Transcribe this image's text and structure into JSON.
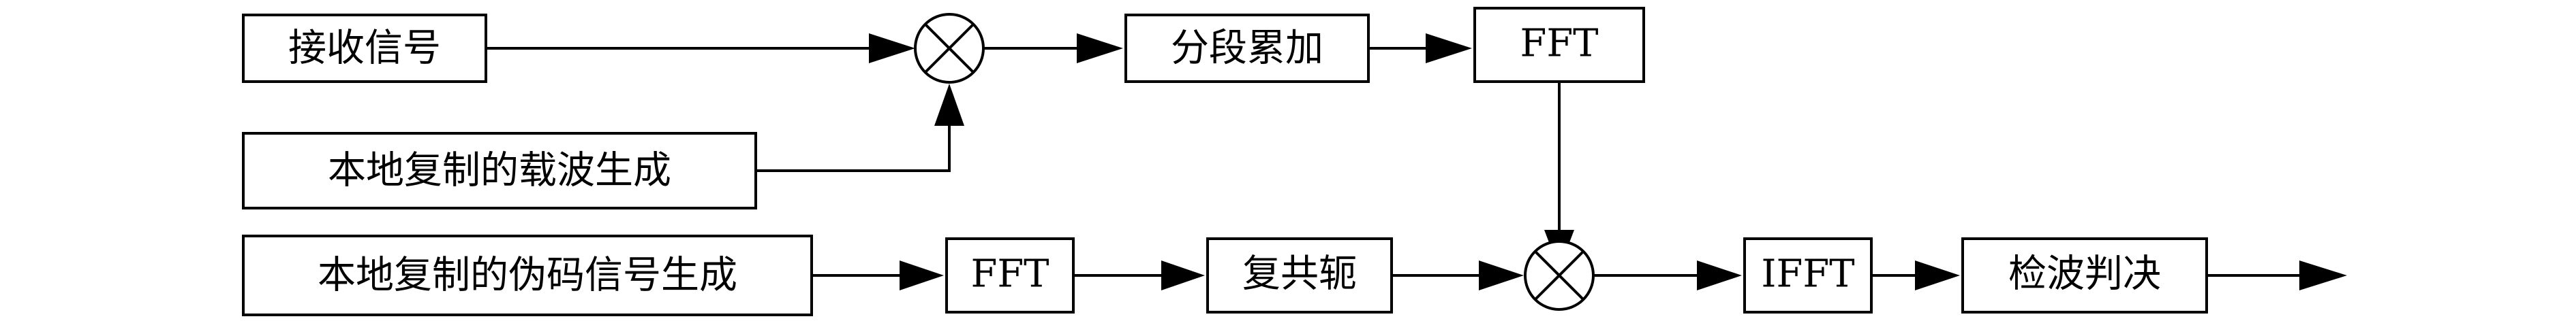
{
  "blocks": {
    "received_signal": "接收信号",
    "local_carrier": "本地复制的载波生成",
    "segment_accumulate": "分段累加",
    "fft_top": "FFT",
    "local_code": "本地复制的伪码信号生成",
    "fft_bottom": "FFT",
    "conjugate": "复共轭",
    "ifft": "IFFT",
    "detection": "检波判决"
  }
}
